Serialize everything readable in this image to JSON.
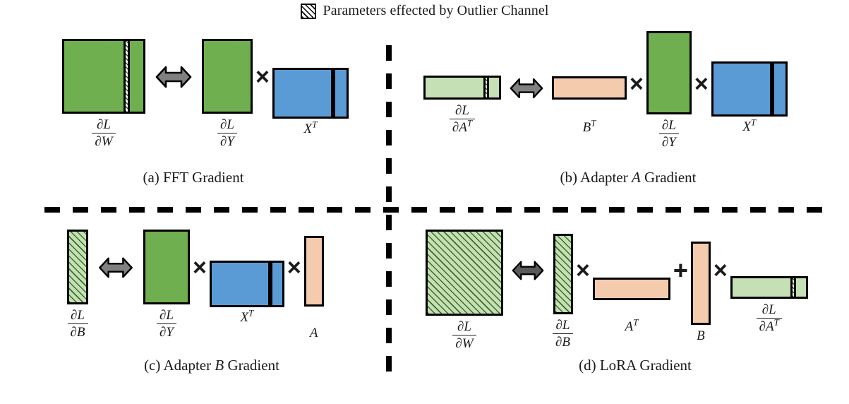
{
  "legend": {
    "icon": "hatched-square-swatch",
    "text": "Parameters effected by Outlier Channel"
  },
  "colors": {
    "green": "#6FAF50",
    "light_green": "#C5E0B4",
    "blue": "#5B9BD5",
    "peach": "#F5CBAE",
    "red_stripe": "#FF0000",
    "arrow_gray": "#808080",
    "outline": "#000000",
    "background": "#FFFFFF"
  },
  "panels": {
    "a": {
      "caption_prefix": "(a) FFT Gradient",
      "items": {
        "dL_dW": {
          "num": "∂L",
          "den": "∂W"
        },
        "dL_dY": {
          "num": "∂L",
          "den": "∂Y"
        },
        "XT": "X",
        "XT_sup": "T"
      },
      "ops": {
        "arrow": "double-arrow",
        "times": "×"
      }
    },
    "b": {
      "caption_prefix": "(b) Adapter ",
      "caption_italic": "A",
      "caption_suffix": " Gradient",
      "items": {
        "dL_dAT": {
          "num": "∂L",
          "den": "∂A",
          "den_sup": "T"
        },
        "BT": "B",
        "BT_sup": "T",
        "dL_dY": {
          "num": "∂L",
          "den": "∂Y"
        },
        "XT": "X",
        "XT_sup": "T"
      },
      "ops": {
        "arrow": "double-arrow",
        "times1": "×",
        "times2": "×"
      }
    },
    "c": {
      "caption_prefix": "(c) Adapter ",
      "caption_italic": "B",
      "caption_suffix": " Gradient",
      "items": {
        "dL_dB": {
          "num": "∂L",
          "den": "∂B"
        },
        "dL_dY": {
          "num": "∂L",
          "den": "∂Y"
        },
        "XT": "X",
        "XT_sup": "T",
        "A": "A"
      },
      "ops": {
        "arrow": "double-arrow",
        "times1": "×",
        "times2": "×"
      }
    },
    "d": {
      "caption_prefix": "(d) LoRA Gradient",
      "items": {
        "dL_dW": {
          "num": "∂L",
          "den": "∂W"
        },
        "dL_dB": {
          "num": "∂L",
          "den": "∂B"
        },
        "AT": "A",
        "AT_sup": "T",
        "B": "B",
        "dL_dAT": {
          "num": "∂L",
          "den": "∂A",
          "den_sup": "T"
        }
      },
      "ops": {
        "arrow": "double-arrow",
        "times1": "×",
        "plus": "+",
        "times2": "×"
      }
    }
  }
}
